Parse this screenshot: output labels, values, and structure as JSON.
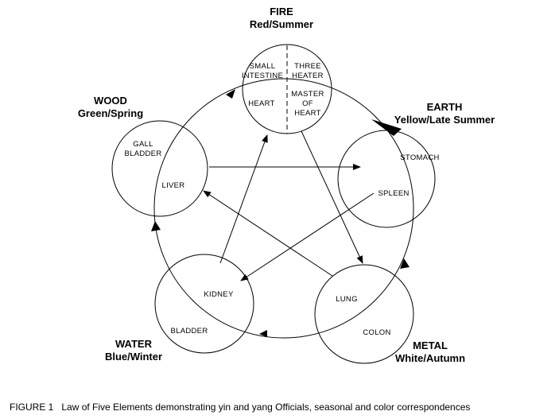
{
  "elements": {
    "fire": {
      "name": "FIRE",
      "season": "Red/Summer",
      "organs": [
        "SMALL",
        "INTESTINE",
        "THREE",
        "HEATER",
        "HEART",
        "MASTER",
        "OF",
        "HEART"
      ]
    },
    "wood": {
      "name": "WOOD",
      "season": "Green/Spring",
      "organs": [
        "GALL",
        "BLADDER",
        "LIVER"
      ]
    },
    "earth": {
      "name": "EARTH",
      "season": "Yellow/Late Summer",
      "organs": [
        "STOMACH",
        "SPLEEN"
      ]
    },
    "water": {
      "name": "WATER",
      "season": "Blue/Winter",
      "organs": [
        "KIDNEY",
        "BLADDER"
      ]
    },
    "metal": {
      "name": "METAL",
      "season": "White/Autumn",
      "organs": [
        "LUNG",
        "COLON"
      ]
    }
  },
  "caption": "FIGURE 1   Law of Five Elements demonstrating yin and yang Officials, seasonal and color correspondences"
}
